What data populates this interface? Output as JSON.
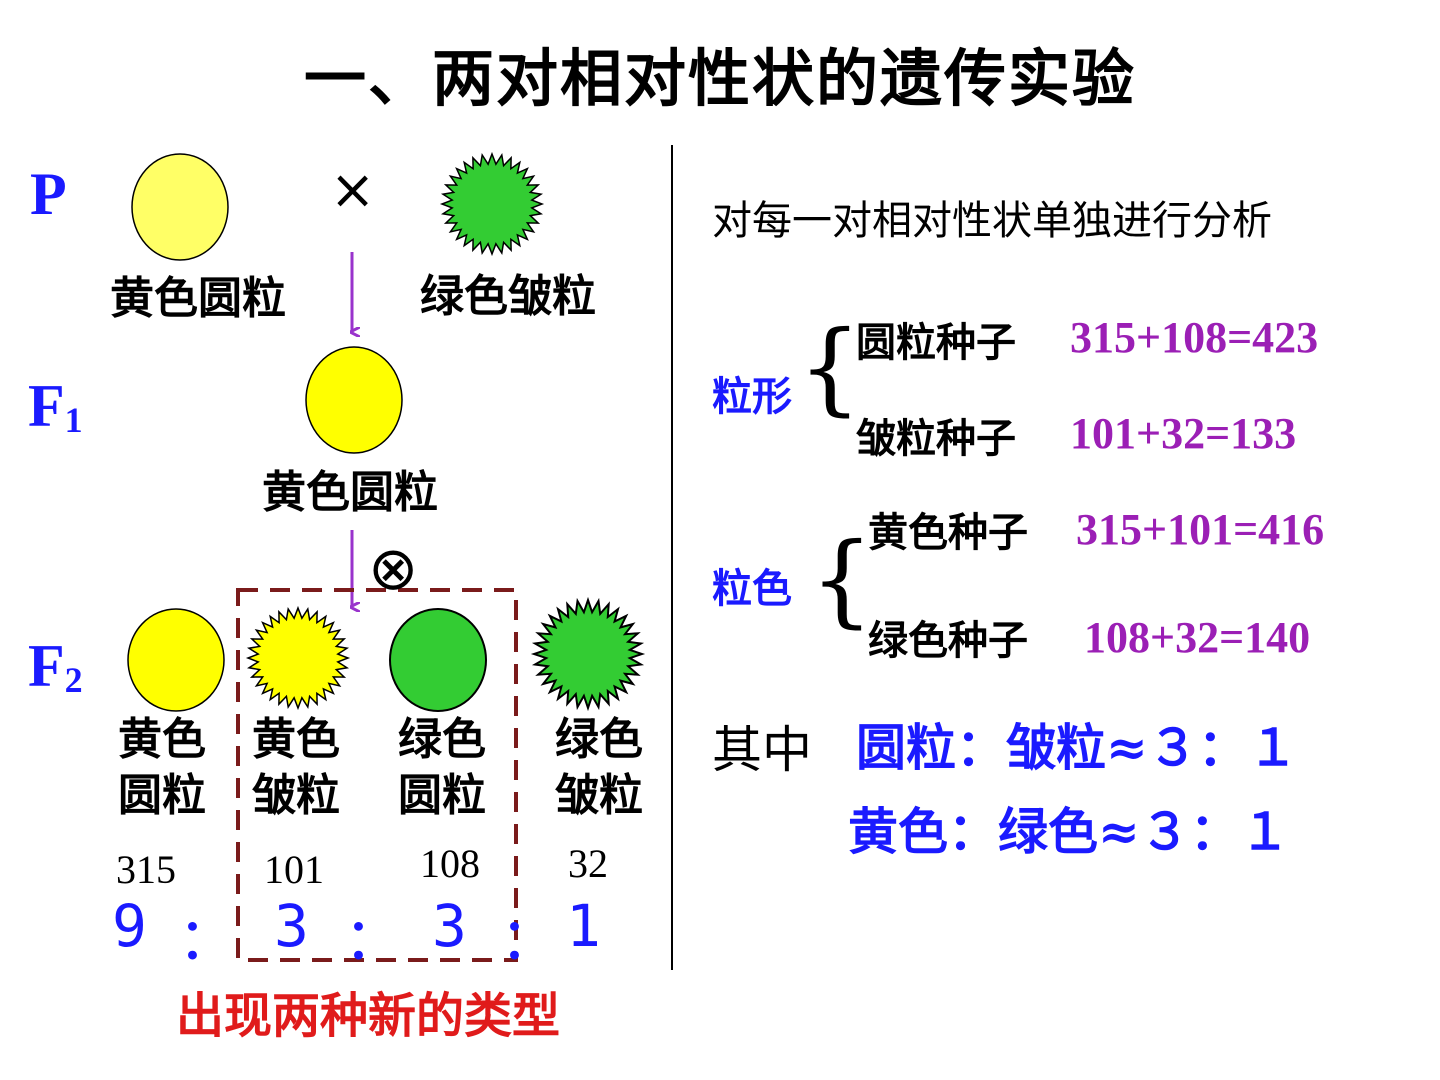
{
  "title": "一、两对相对性状的遗传实验",
  "generations": {
    "p": "P",
    "f1_main": "F",
    "f1_sub": "1",
    "f2_main": "F",
    "f2_sub": "2"
  },
  "cross_symbol": "×",
  "self_symbol": "⊗",
  "p_row": {
    "left_label": "黄色圆粒",
    "right_label": "绿色皱粒"
  },
  "f1_row": {
    "label": "黄色圆粒"
  },
  "f2_row": {
    "types": [
      {
        "color_text": "黄色",
        "shape_text": "圆粒",
        "count": "315"
      },
      {
        "color_text": "黄色",
        "shape_text": "皱粒",
        "count": "101"
      },
      {
        "color_text": "绿色",
        "shape_text": "圆粒",
        "count": "108"
      },
      {
        "color_text": "绿色",
        "shape_text": "皱粒",
        "count": "32"
      }
    ],
    "ratio": [
      "9",
      "3",
      "3",
      "1"
    ],
    "ratio_sep": "：",
    "new_types_note": "出现两种新的类型"
  },
  "analysis": {
    "heading": "对每一对相对性状单独进行分析",
    "shape": {
      "label": "粒形",
      "items": [
        {
          "name": "圆粒种子",
          "calc": "315+108=423"
        },
        {
          "name": "皱粒种子",
          "calc": "101+32=133"
        }
      ]
    },
    "color": {
      "label": "粒色",
      "items": [
        {
          "name": "黄色种子",
          "calc": "315+101=416"
        },
        {
          "name": "绿色种子",
          "calc": "108+32=140"
        }
      ]
    },
    "conclusion_prefix": "其中",
    "conclusions": [
      "圆粒：皱粒≈３：１",
      "黄色：绿色≈３：１"
    ]
  },
  "colors": {
    "pale_yellow": "#ffff66",
    "yellow": "#ffff00",
    "green": "#33cc33",
    "arrow": "#9933cc",
    "dashed_box": "#7a1b1b",
    "blue_text": "#1a1aff",
    "purple_text": "#9b1fb5",
    "red_text": "#e01b1b"
  }
}
